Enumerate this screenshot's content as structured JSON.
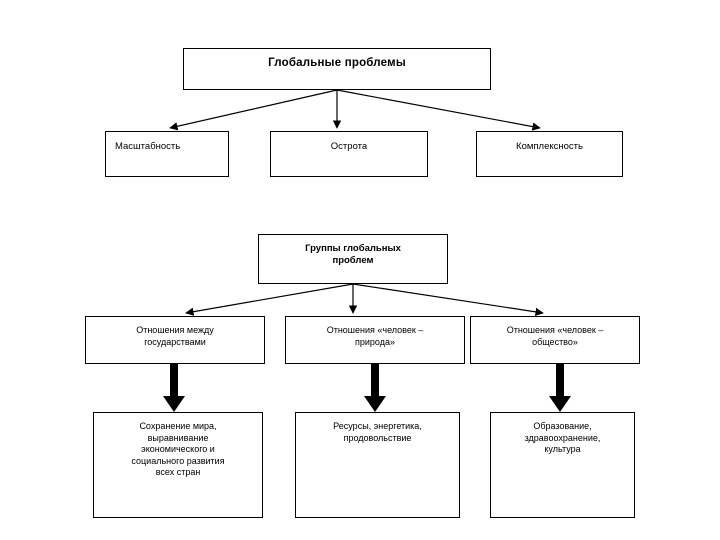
{
  "diagram": {
    "title": "Глобальные проблемы",
    "language": "ru",
    "root": {
      "label": "Глобальные проблемы"
    },
    "attributes": [
      {
        "label": "Масштабность"
      },
      {
        "label": "Острота"
      },
      {
        "label": "Комплексность"
      }
    ],
    "groups_node": {
      "label": "Группы глобальных\nпроблем"
    },
    "relations": [
      {
        "label": "Отношения между\nгосударствами"
      },
      {
        "label": "Отношения «человек –\nприрода»"
      },
      {
        "label": "Отношения «человек –\nобщество»"
      }
    ],
    "details": [
      {
        "label": "Сохранение мира,\nвыравнивание\nэкономического и\nсоциального развития\nвсех стран"
      },
      {
        "label": "Ресурсы, энергетика,\nпродовольствие"
      },
      {
        "label": "Образование,\nздравоохранение,\nкультура"
      }
    ],
    "colors": {
      "background": "#ffffff",
      "stroke": "#000000",
      "fill": "#ffffff",
      "text": "#000000"
    }
  }
}
